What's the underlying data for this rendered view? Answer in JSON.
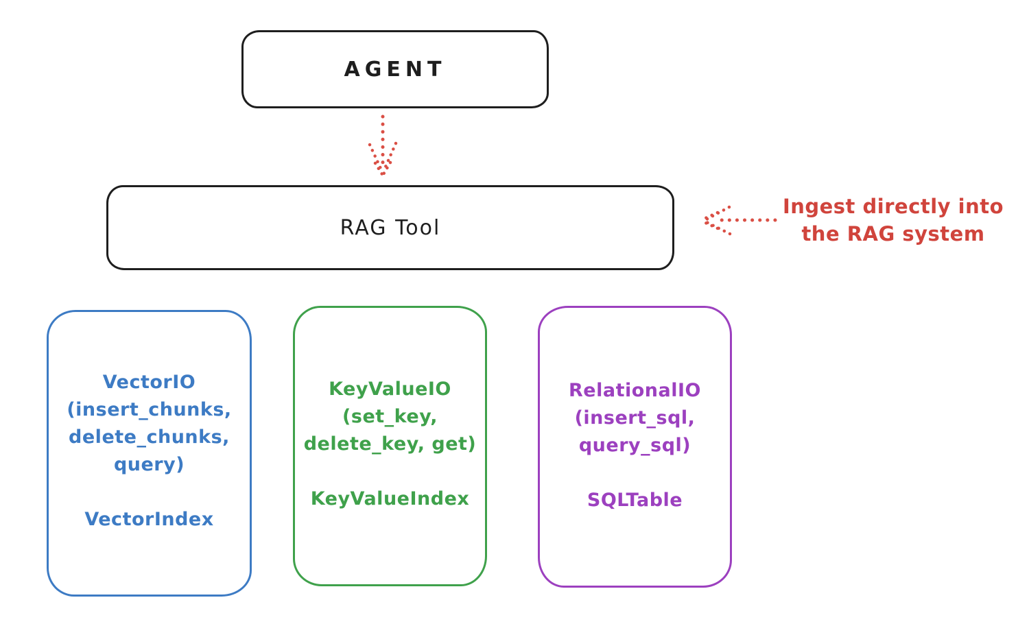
{
  "diagram": {
    "agent_box": {
      "label": "AGENT"
    },
    "rag_tool_box": {
      "label": "RAG Tool"
    },
    "annotation": {
      "line1": "Ingest directly into",
      "line2": "the RAG system"
    },
    "io_boxes": [
      {
        "id": "vector-io",
        "color": "#3d7bc4",
        "lines": [
          "VectorIO",
          "(insert_chunks,",
          "delete_chunks,",
          "query)"
        ],
        "index_label": "VectorIndex"
      },
      {
        "id": "keyvalue-io",
        "color": "#3fa14b",
        "lines": [
          "KeyValueIO",
          "(set_key,",
          "delete_key, get)"
        ],
        "index_label": "KeyValueIndex"
      },
      {
        "id": "relational-io",
        "color": "#9c40bf",
        "lines": [
          "RelationalIO",
          "(insert_sql,",
          "query_sql)"
        ],
        "index_label": "SQLTable"
      }
    ],
    "colors": {
      "outline_black": "#1e1e1e",
      "arrow_red": "#da4f45",
      "annotation_red": "#d0443c",
      "vector_blue": "#3d7bc4",
      "keyvalue_green": "#3fa14b",
      "relational_purple": "#9c40bf"
    }
  }
}
